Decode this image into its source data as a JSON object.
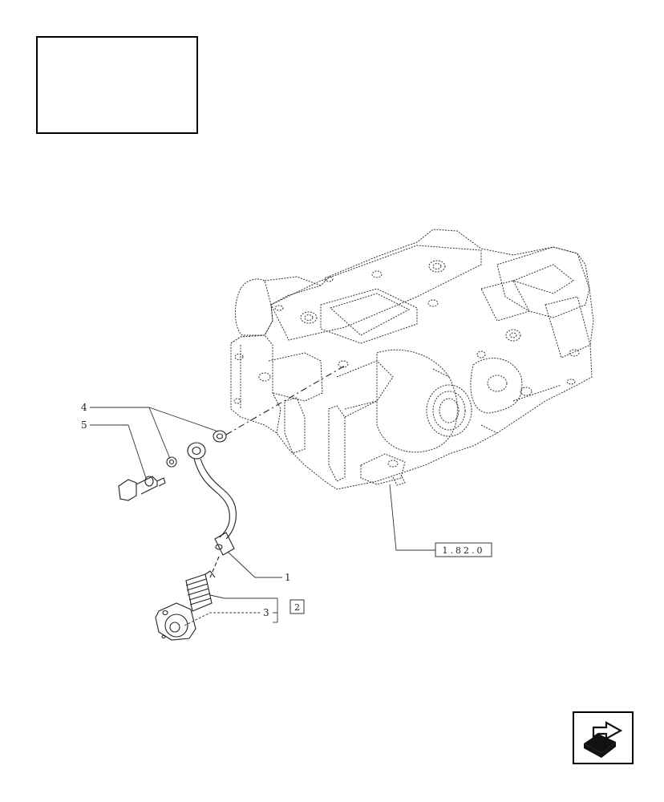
{
  "thumbnail": {
    "icon": "tractor-rear-view-icon"
  },
  "callouts": [
    {
      "id": "4",
      "text": "4"
    },
    {
      "id": "5",
      "text": "5"
    },
    {
      "id": "1",
      "text": "1"
    },
    {
      "id": "3",
      "text": "3"
    }
  ],
  "refs": {
    "housing_ref": "1.82.0",
    "group_ref": "2"
  },
  "nav": {
    "icon": "next-page-arrow-icon"
  },
  "colors": {
    "line": "#222222",
    "background": "#ffffff"
  }
}
